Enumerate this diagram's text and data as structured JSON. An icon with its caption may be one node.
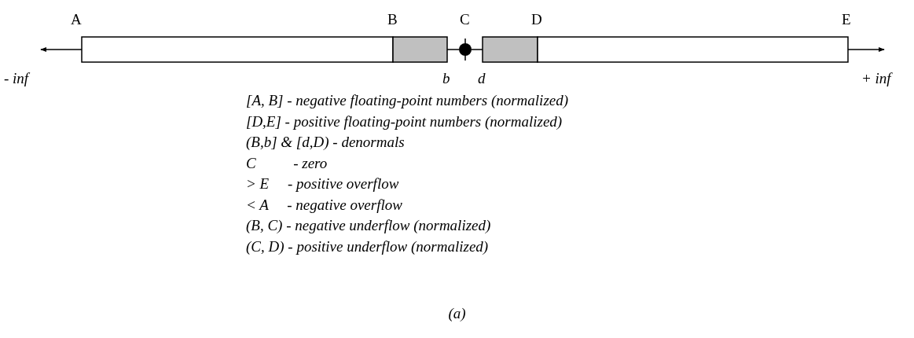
{
  "diagram": {
    "caption": "(a)",
    "nodes": [
      {
        "text": [],
        "shape": "box"
      },
      {
        "text": [],
        "shape": "box"
      },
      {
        "text": [],
        "shape": "circle"
      },
      {
        "text": [],
        "shape": "box"
      },
      {
        "text": [],
        "shape": "box"
      }
    ],
    "edges": [
      {
        "from": 0,
        "to": null,
        "arrow": "to"
      },
      {
        "from": 1,
        "to": 2,
        "arrow": "none"
      },
      {
        "from": 2,
        "to": 3,
        "arrow": "none"
      },
      {
        "from": 4,
        "to": null,
        "arrow": "to"
      }
    ],
    "labels": [
      "A",
      "B",
      "C",
      "D",
      "E",
      "- inf",
      "b",
      "d",
      "+ inf",
      "[A, B] - negative floating-point numbers (normalized)",
      "[D,E] - positive floating-point numbers (normalized)",
      "(B,b] & [d,D) - denormals",
      "C          - zero",
      "> E     - positive overflow",
      "< A     - negative overflow",
      "(B, C) - negative underflow (normalized)",
      "(C, D) - positive underflow (normalized)"
    ]
  }
}
